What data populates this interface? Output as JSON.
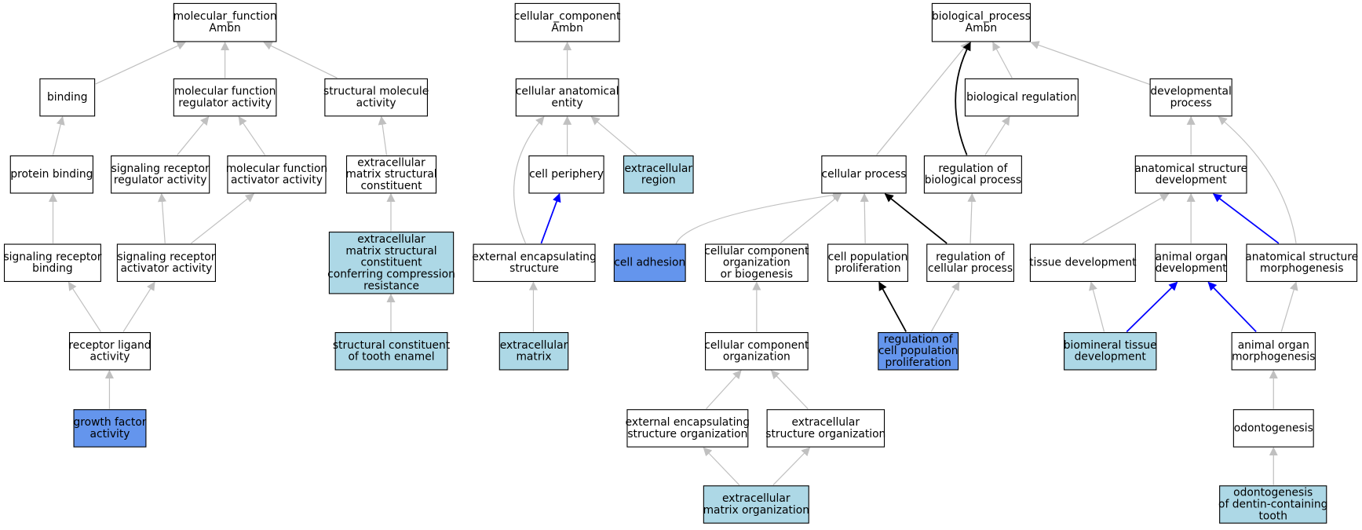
{
  "colors": {
    "plain": "#ffffff",
    "light": "#add8e6",
    "dark": "#6495ed",
    "edge_default": "#c0c0c0",
    "edge_black": "#000000",
    "edge_blue": "#0000ff"
  },
  "nodes": [
    {
      "id": "mf",
      "lines": [
        "molecular_function",
        "Ambn"
      ],
      "fill": "plain"
    },
    {
      "id": "binding",
      "lines": [
        "binding"
      ],
      "fill": "plain"
    },
    {
      "id": "mfra",
      "lines": [
        "molecular function",
        "regulator activity"
      ],
      "fill": "plain"
    },
    {
      "id": "sma",
      "lines": [
        "structural molecule",
        "activity"
      ],
      "fill": "plain"
    },
    {
      "id": "pb",
      "lines": [
        "protein binding"
      ],
      "fill": "plain"
    },
    {
      "id": "srra",
      "lines": [
        "signaling receptor",
        "regulator activity"
      ],
      "fill": "plain"
    },
    {
      "id": "mfaa",
      "lines": [
        "molecular function",
        "activator activity"
      ],
      "fill": "plain"
    },
    {
      "id": "emsc",
      "lines": [
        "extracellular",
        "matrix structural",
        "constituent"
      ],
      "fill": "plain"
    },
    {
      "id": "srb",
      "lines": [
        "signaling receptor",
        "binding"
      ],
      "fill": "plain"
    },
    {
      "id": "sraa",
      "lines": [
        "signaling receptor",
        "activator activity"
      ],
      "fill": "plain"
    },
    {
      "id": "emsccr",
      "lines": [
        "extracellular",
        "matrix structural",
        "constituent",
        "conferring compression",
        "resistance"
      ],
      "fill": "light"
    },
    {
      "id": "rla",
      "lines": [
        "receptor ligand",
        "activity"
      ],
      "fill": "plain"
    },
    {
      "id": "scte",
      "lines": [
        "structural constituent",
        "of tooth enamel"
      ],
      "fill": "light"
    },
    {
      "id": "gfa",
      "lines": [
        "growth factor",
        "activity"
      ],
      "fill": "dark"
    },
    {
      "id": "cc",
      "lines": [
        "cellular_component",
        "Ambn"
      ],
      "fill": "plain"
    },
    {
      "id": "cae",
      "lines": [
        "cellular anatomical",
        "entity"
      ],
      "fill": "plain"
    },
    {
      "id": "cp",
      "lines": [
        "cell periphery"
      ],
      "fill": "plain"
    },
    {
      "id": "er",
      "lines": [
        "extracellular",
        "region"
      ],
      "fill": "light"
    },
    {
      "id": "ees",
      "lines": [
        "external encapsulating",
        "structure"
      ],
      "fill": "plain"
    },
    {
      "id": "em",
      "lines": [
        "extracellular",
        "matrix"
      ],
      "fill": "light"
    },
    {
      "id": "bp",
      "lines": [
        "biological_process",
        "Ambn"
      ],
      "fill": "plain"
    },
    {
      "id": "br",
      "lines": [
        "biological regulation"
      ],
      "fill": "plain"
    },
    {
      "id": "dp",
      "lines": [
        "developmental",
        "process"
      ],
      "fill": "plain"
    },
    {
      "id": "cproc",
      "lines": [
        "cellular process"
      ],
      "fill": "plain"
    },
    {
      "id": "rbp",
      "lines": [
        "regulation of",
        "biological process"
      ],
      "fill": "plain"
    },
    {
      "id": "asd",
      "lines": [
        "anatomical structure",
        "development"
      ],
      "fill": "plain"
    },
    {
      "id": "ca",
      "lines": [
        "cell adhesion"
      ],
      "fill": "dark"
    },
    {
      "id": "ccob",
      "lines": [
        "cellular component",
        "organization",
        "or biogenesis"
      ],
      "fill": "plain"
    },
    {
      "id": "cpp",
      "lines": [
        "cell population",
        "proliferation"
      ],
      "fill": "plain"
    },
    {
      "id": "rcp",
      "lines": [
        "regulation of",
        "cellular process"
      ],
      "fill": "plain"
    },
    {
      "id": "td",
      "lines": [
        "tissue development"
      ],
      "fill": "plain"
    },
    {
      "id": "aod",
      "lines": [
        "animal organ",
        "development"
      ],
      "fill": "plain"
    },
    {
      "id": "asm",
      "lines": [
        "anatomical structure",
        "morphogenesis"
      ],
      "fill": "plain"
    },
    {
      "id": "cco",
      "lines": [
        "cellular component",
        "organization"
      ],
      "fill": "plain"
    },
    {
      "id": "rcpp",
      "lines": [
        "regulation of",
        "cell population",
        "proliferation"
      ],
      "fill": "dark"
    },
    {
      "id": "btd",
      "lines": [
        "biomineral tissue",
        "development"
      ],
      "fill": "light"
    },
    {
      "id": "aom",
      "lines": [
        "animal organ",
        "morphogenesis"
      ],
      "fill": "plain"
    },
    {
      "id": "eeso",
      "lines": [
        "external encapsulating",
        "structure organization"
      ],
      "fill": "plain"
    },
    {
      "id": "eso",
      "lines": [
        "extracellular",
        "structure organization"
      ],
      "fill": "plain"
    },
    {
      "id": "odg",
      "lines": [
        "odontogenesis"
      ],
      "fill": "plain"
    },
    {
      "id": "emo",
      "lines": [
        "extracellular",
        "matrix organization"
      ],
      "fill": "light"
    },
    {
      "id": "odct",
      "lines": [
        "odontogenesis",
        "of dentin-containing",
        "tooth"
      ],
      "fill": "light"
    }
  ],
  "edges": [
    {
      "from": "binding",
      "to": "mf",
      "color": "edge_default"
    },
    {
      "from": "mfra",
      "to": "mf",
      "color": "edge_default"
    },
    {
      "from": "sma",
      "to": "mf",
      "color": "edge_default"
    },
    {
      "from": "pb",
      "to": "binding",
      "color": "edge_default"
    },
    {
      "from": "srra",
      "to": "mfra",
      "color": "edge_default"
    },
    {
      "from": "mfaa",
      "to": "mfra",
      "color": "edge_default"
    },
    {
      "from": "emsc",
      "to": "sma",
      "color": "edge_default"
    },
    {
      "from": "srb",
      "to": "pb",
      "color": "edge_default"
    },
    {
      "from": "sraa",
      "to": "srra",
      "color": "edge_default"
    },
    {
      "from": "sraa",
      "to": "mfaa",
      "color": "edge_default"
    },
    {
      "from": "emsccr",
      "to": "emsc",
      "color": "edge_default"
    },
    {
      "from": "rla",
      "to": "srb",
      "color": "edge_default"
    },
    {
      "from": "rla",
      "to": "sraa",
      "color": "edge_default"
    },
    {
      "from": "scte",
      "to": "emsccr",
      "color": "edge_default"
    },
    {
      "from": "gfa",
      "to": "rla",
      "color": "edge_default"
    },
    {
      "from": "cae",
      "to": "cc",
      "color": "edge_default"
    },
    {
      "from": "cp",
      "to": "cae",
      "color": "edge_default"
    },
    {
      "from": "er",
      "to": "cae",
      "color": "edge_default"
    },
    {
      "from": "ees",
      "to": "cae",
      "color": "edge_default"
    },
    {
      "from": "ees",
      "to": "cp",
      "color": "edge_blue"
    },
    {
      "from": "em",
      "to": "ees",
      "color": "edge_default"
    },
    {
      "from": "cproc",
      "to": "bp",
      "color": "edge_default"
    },
    {
      "from": "rbp",
      "to": "bp",
      "color": "edge_black"
    },
    {
      "from": "br",
      "to": "bp",
      "color": "edge_default"
    },
    {
      "from": "dp",
      "to": "bp",
      "color": "edge_default"
    },
    {
      "from": "rbp",
      "to": "br",
      "color": "edge_default"
    },
    {
      "from": "asd",
      "to": "dp",
      "color": "edge_default"
    },
    {
      "from": "asm",
      "to": "dp",
      "color": "edge_default"
    },
    {
      "from": "ca",
      "to": "cproc",
      "color": "edge_default"
    },
    {
      "from": "ccob",
      "to": "cproc",
      "color": "edge_default"
    },
    {
      "from": "cpp",
      "to": "cproc",
      "color": "edge_default"
    },
    {
      "from": "rcp",
      "to": "cproc",
      "color": "edge_black"
    },
    {
      "from": "rcp",
      "to": "rbp",
      "color": "edge_default"
    },
    {
      "from": "td",
      "to": "asd",
      "color": "edge_default"
    },
    {
      "from": "aod",
      "to": "asd",
      "color": "edge_default"
    },
    {
      "from": "asm",
      "to": "asd",
      "color": "edge_blue"
    },
    {
      "from": "cco",
      "to": "ccob",
      "color": "edge_default"
    },
    {
      "from": "rcpp",
      "to": "cpp",
      "color": "edge_black"
    },
    {
      "from": "rcpp",
      "to": "rcp",
      "color": "edge_default"
    },
    {
      "from": "btd",
      "to": "td",
      "color": "edge_default"
    },
    {
      "from": "btd",
      "to": "aod",
      "color": "edge_blue"
    },
    {
      "from": "aom",
      "to": "aod",
      "color": "edge_blue"
    },
    {
      "from": "aom",
      "to": "asm",
      "color": "edge_default"
    },
    {
      "from": "eeso",
      "to": "cco",
      "color": "edge_default"
    },
    {
      "from": "eso",
      "to": "cco",
      "color": "edge_default"
    },
    {
      "from": "odg",
      "to": "aom",
      "color": "edge_default"
    },
    {
      "from": "emo",
      "to": "eeso",
      "color": "edge_default"
    },
    {
      "from": "emo",
      "to": "eso",
      "color": "edge_default"
    },
    {
      "from": "odct",
      "to": "odg",
      "color": "edge_default"
    }
  ]
}
